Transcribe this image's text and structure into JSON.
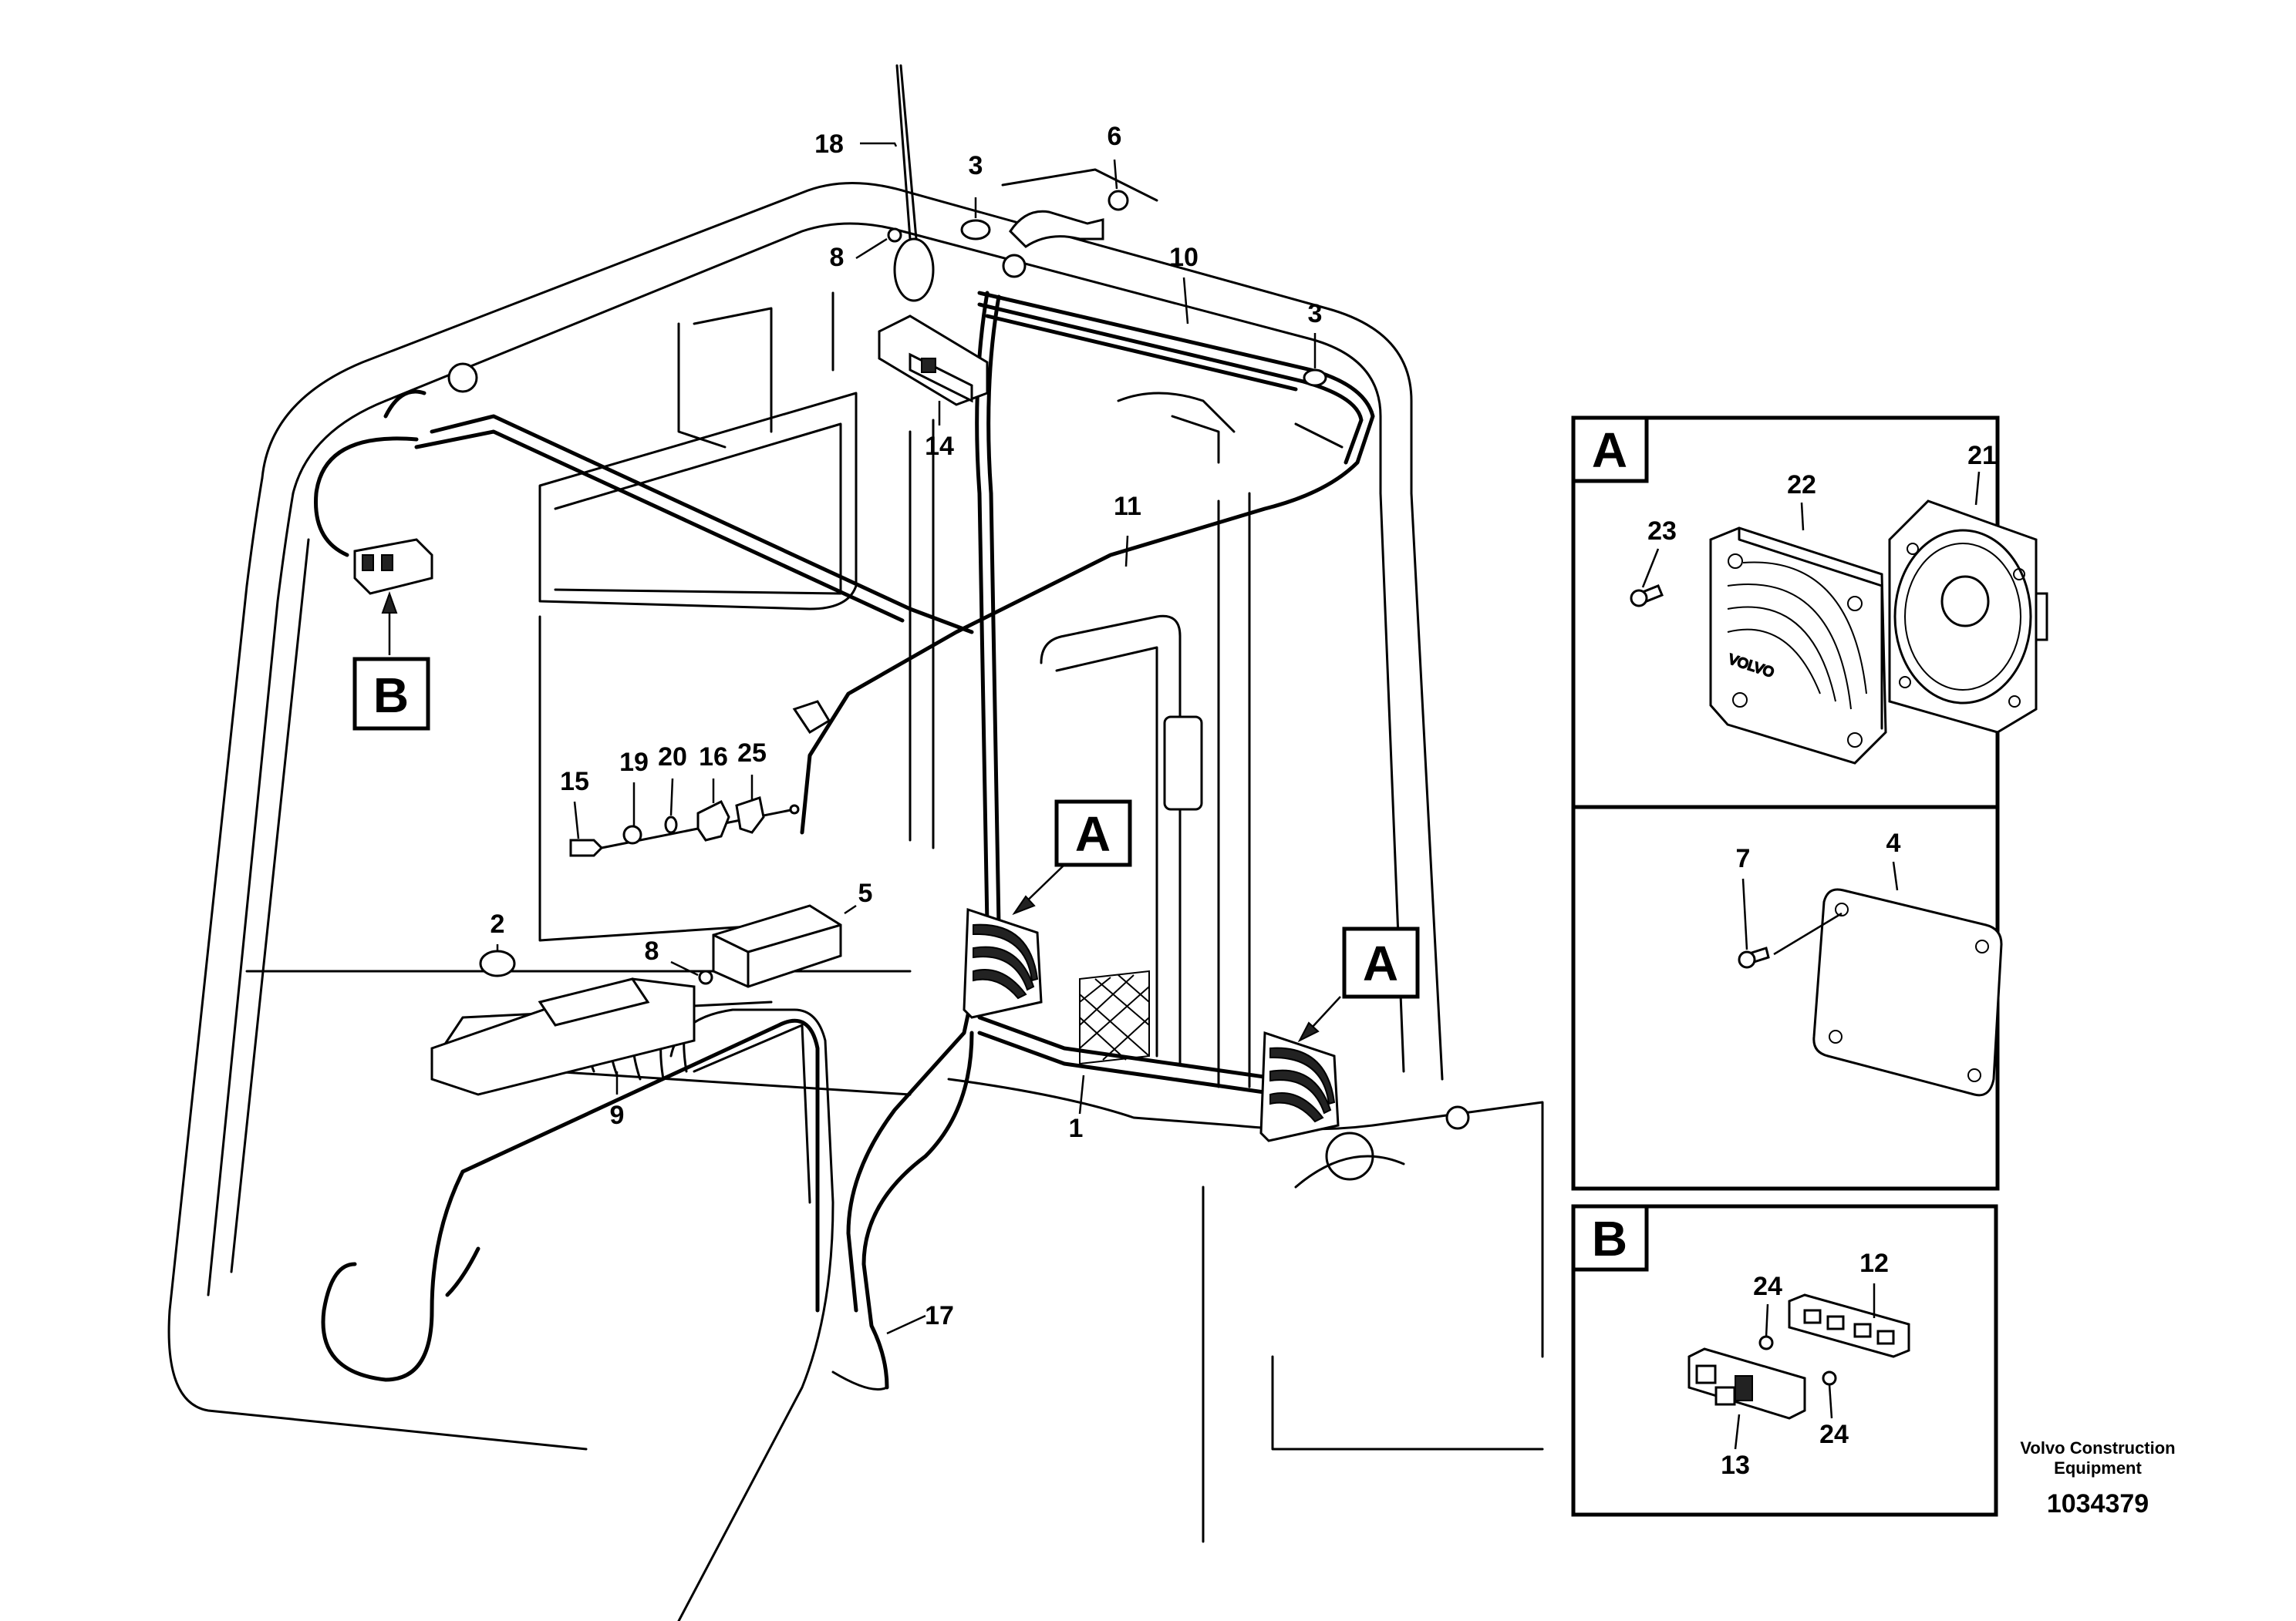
{
  "callouts": {
    "c1": "1",
    "c2": "2",
    "c3a": "3",
    "c3b": "3",
    "c4": "4",
    "c5": "5",
    "c6": "6",
    "c7": "7",
    "c8a": "8",
    "c8b": "8",
    "c9": "9",
    "c10": "10",
    "c11": "11",
    "c12": "12",
    "c13": "13",
    "c14": "14",
    "c15": "15",
    "c16": "16",
    "c17": "17",
    "c18": "18",
    "c19": "19",
    "c20": "20",
    "c21": "21",
    "c22": "22",
    "c23": "23",
    "c24a": "24",
    "c24b": "24",
    "c25": "25"
  },
  "flags": {
    "a1": "A",
    "a2": "A",
    "b1": "B"
  },
  "panels": {
    "a": {
      "label": "A"
    },
    "b": {
      "label": "B"
    }
  },
  "speaker_logo": "VOLVO",
  "footer": {
    "line1": "Volvo Construction",
    "line2": "Equipment",
    "drawing_number": "1034379"
  }
}
